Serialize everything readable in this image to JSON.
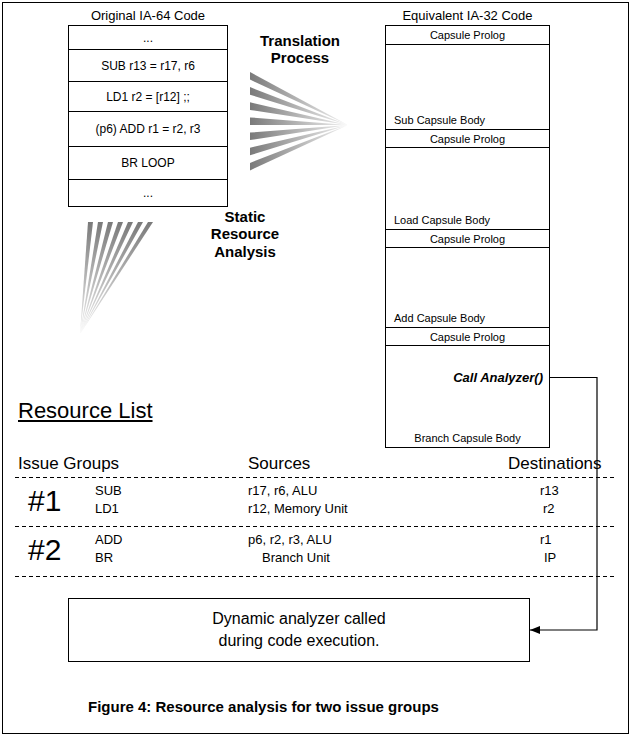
{
  "diagram": {
    "caption": "Figure 4: Resource analysis for two issue groups",
    "nodes": [
      {
        "text": [
          "Original IA-64 Code"
        ]
      },
      {
        "text": [
          "..."
        ],
        "in": 0
      },
      {
        "text": [
          "SUB r13 = r17, r6"
        ],
        "in": 0
      },
      {
        "text": [
          "LD1 r2 = [r12] ;;"
        ],
        "in": 0
      },
      {
        "text": [
          "(p6) ADD r1 = r2, r3"
        ],
        "in": 0
      },
      {
        "text": [
          "BR LOOP"
        ],
        "in": 0
      },
      {
        "text": [
          "..."
        ],
        "in": 0
      },
      {
        "text": [
          "Equivalent IA-32 Code"
        ]
      },
      {
        "text": [
          "Capsule Prolog"
        ],
        "in": 7
      },
      {
        "text": [
          "Sub Capsule Body"
        ],
        "in": 7
      },
      {
        "text": [
          "Capsule Prolog"
        ],
        "in": 7
      },
      {
        "text": [
          "Load Capsule Body"
        ],
        "in": 7
      },
      {
        "text": [
          "Capsule Prolog"
        ],
        "in": 7
      },
      {
        "text": [
          "Add Capsule Body"
        ],
        "in": 7
      },
      {
        "text": [
          "Capsule Prolog"
        ],
        "in": 7
      },
      {
        "text": [
          "Call Analyzer()",
          "Branch Capsule Body"
        ],
        "in": 7
      },
      {
        "text": [
          "Dynamic analyzer called during code execution."
        ]
      }
    ],
    "edges": [
      {
        "from": 15,
        "to": 16,
        "arrow": "to"
      }
    ],
    "labels": [
      "Translation Process",
      "Static Resource Analysis",
      "Resource List",
      "Issue Groups",
      "Sources",
      "Destinations",
      "#1",
      "SUB",
      "LD1",
      "r17, r6, ALU",
      "r12, Memory Unit",
      "r13",
      "r2",
      "#2",
      "ADD",
      "BR",
      "p6, r2, r3, ALU",
      "Branch Unit",
      "r1",
      "IP"
    ]
  }
}
